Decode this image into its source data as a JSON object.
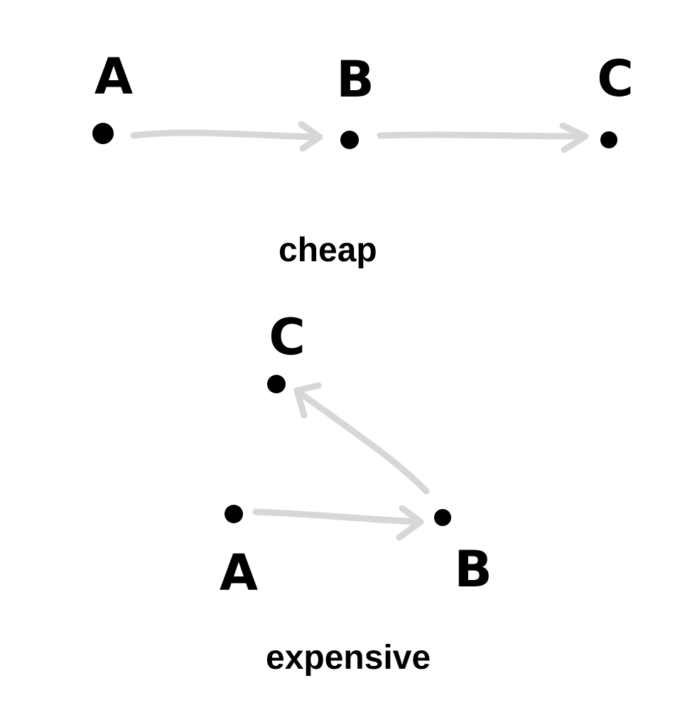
{
  "panels": {
    "cheap": {
      "caption": "cheap",
      "nodes": {
        "a": "A",
        "b": "B",
        "c": "C"
      }
    },
    "expensive": {
      "caption": "expensive",
      "nodes": {
        "a": "A",
        "b": "B",
        "c": "C"
      }
    }
  },
  "colors": {
    "arrow": "#d9d6d7",
    "node": "#000000",
    "text": "#000000",
    "background": "#ffffff"
  }
}
